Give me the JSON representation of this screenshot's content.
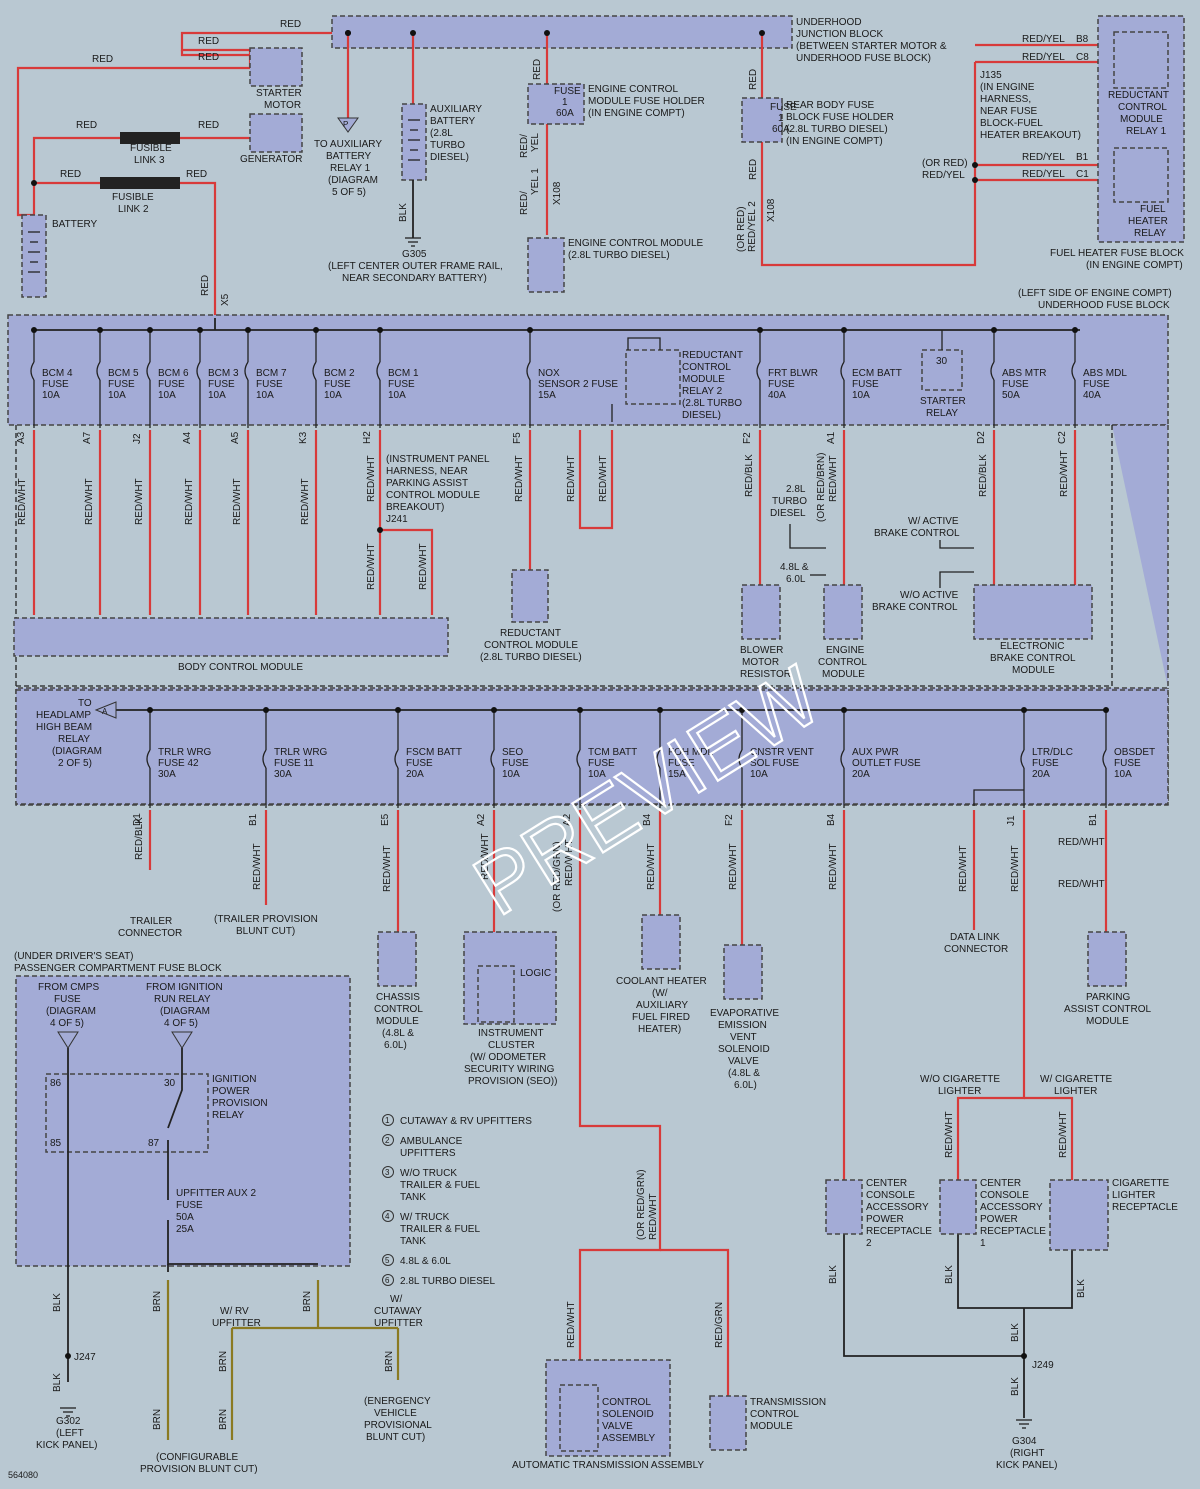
{
  "figure_id": "564080",
  "watermark": "PREVIEW",
  "top": {
    "underhood_block": [
      "UNDERHOOD",
      "JUNCTION BLOCK",
      "(BETWEEN STARTER MOTOR &",
      "UNDERHOOD FUSE BLOCK)"
    ],
    "starter_motor": [
      "STARTER",
      "MOTOR"
    ],
    "generator": "GENERATOR",
    "fusible_link_3": [
      "FUSIBLE",
      "LINK 3"
    ],
    "fusible_link_2": [
      "FUSIBLE",
      "LINK 2"
    ],
    "battery": "BATTERY",
    "to_aux_relay": [
      "TO AUXILIARY",
      "BATTERY",
      "RELAY 1",
      "(DIAGRAM",
      "5 OF 5)"
    ],
    "aux_battery": [
      "AUXILIARY",
      "BATTERY",
      "(2.8L",
      "TURBO",
      "DIESEL)"
    ],
    "g305": [
      "G305",
      "(LEFT CENTER OUTER FRAME RAIL,",
      "NEAR SECONDARY BATTERY)"
    ],
    "ecm_fuse_holder": [
      "ENGINE CONTROL",
      "MODULE FUSE HOLDER",
      "(IN ENGINE COMPT)"
    ],
    "ecm": [
      "ENGINE CONTROL MODULE",
      "(2.8L TURBO DIESEL)"
    ],
    "rear_body_fuse": [
      "REAR BODY FUSE",
      "BLOCK FUSE HOLDER",
      "(2.8L TURBO DIESEL)",
      "(IN ENGINE COMPT)"
    ],
    "fuse_1_60a": [
      "FUSE",
      "1",
      "60A"
    ],
    "j135": [
      "J135",
      "(IN ENGINE",
      "HARNESS,",
      "NEAR FUSE",
      "BLOCK-FUEL",
      "HEATER BREAKOUT)"
    ],
    "rcm_relay1": [
      "REDUCTANT",
      "CONTROL",
      "MODULE",
      "RELAY 1"
    ],
    "fuel_heater_relay": [
      "FUEL",
      "HEATER",
      "RELAY"
    ],
    "fuel_heater_block": [
      "FUEL HEATER FUSE BLOCK",
      "(IN ENGINE COMPT)"
    ],
    "left_ufb": [
      "(LEFT SIDE OF ENGINE COMPT)",
      "UNDERHOOD FUSE BLOCK"
    ],
    "or_red_redyel": [
      "(OR RED)",
      "RED/YEL"
    ]
  },
  "upper_fuses": [
    {
      "name": "BCM 4",
      "fuse": "FUSE",
      "amp": "10A",
      "pin": "A3"
    },
    {
      "name": "BCM 5",
      "fuse": "FUSE",
      "amp": "10A",
      "pin": "A7"
    },
    {
      "name": "BCM 6",
      "fuse": "FUSE",
      "amp": "10A",
      "pin": "J2"
    },
    {
      "name": "BCM 3",
      "fuse": "FUSE",
      "amp": "10A",
      "pin": "A4"
    },
    {
      "name": "BCM 7",
      "fuse": "FUSE",
      "amp": "10A",
      "pin": "A5"
    },
    {
      "name": "BCM 2",
      "fuse": "FUSE",
      "amp": "10A",
      "pin": "K3"
    },
    {
      "name": "BCM 1",
      "fuse": "FUSE",
      "amp": "10A",
      "pin": "H2"
    },
    {
      "name": "NOX",
      "fuse": "SENSOR 2 FUSE",
      "amp": "15A",
      "pin": "F5"
    },
    {
      "name": "FRT BLWR",
      "fuse": "FUSE",
      "amp": "40A",
      "pin": "F2"
    },
    {
      "name": "ECM BATT",
      "fuse": "FUSE",
      "amp": "10A",
      "pin": "A1"
    },
    {
      "name": "ABS MTR",
      "fuse": "FUSE",
      "amp": "50A",
      "pin": "D2"
    },
    {
      "name": "ABS MDL",
      "fuse": "FUSE",
      "amp": "40A",
      "pin": "C2"
    }
  ],
  "upper_misc": {
    "rcm_relay2": [
      "REDUCTANT",
      "CONTROL",
      "MODULE",
      "RELAY 2",
      "(2.8L TURBO",
      "DIESEL)"
    ],
    "starter_relay": [
      "STARTER",
      "RELAY"
    ],
    "ipharness": [
      "(INSTRUMENT PANEL",
      "HARNESS, NEAR",
      "PARKING ASSIST",
      "CONTROL MODULE",
      "BREAKOUT)",
      "J241"
    ],
    "bcm": "BODY CONTROL MODULE",
    "rcm": [
      "REDUCTANT",
      "CONTROL MODULE",
      "(2.8L TURBO DIESEL)"
    ],
    "blower": [
      "BLOWER",
      "MOTOR",
      "RESISTOR"
    ],
    "engine_cm": [
      "ENGINE",
      "CONTROL",
      "MODULE"
    ],
    "ebcm": [
      "ELECTRONIC",
      "BRAKE CONTROL",
      "MODULE"
    ],
    "w_active": [
      "W/ ACTIVE",
      "BRAKE CONTROL"
    ],
    "wo_active": [
      "W/O ACTIVE",
      "BRAKE CONTROL"
    ],
    "turbo_diesel": [
      "2.8L",
      "TURBO",
      "DIESEL"
    ],
    "l48_60": [
      "4.8L &",
      "6.0L"
    ],
    "or_redbrn": "(OR RED/BRN)",
    "to_headlamp": [
      "TO",
      "HEADLAMP",
      "HIGH BEAM",
      "RELAY",
      "(DIAGRAM",
      "2 OF 5)"
    ]
  },
  "lower_fuses": [
    {
      "name": "TRLR WRG",
      "fuse": "FUSE 42",
      "amp": "30A",
      "pin": "D1"
    },
    {
      "name": "TRLR WRG",
      "fuse": "FUSE 11",
      "amp": "30A",
      "pin": "B1"
    },
    {
      "name": "FSCM BATT",
      "fuse": "FUSE",
      "amp": "20A",
      "pin": "E5"
    },
    {
      "name": "SEO",
      "fuse": "FUSE",
      "amp": "10A",
      "pin": "A2"
    },
    {
      "name": "TCM BATT",
      "fuse": "FUSE",
      "amp": "10A",
      "pin": "A2"
    },
    {
      "name": "FOH MDL",
      "fuse": "FUSE",
      "amp": "15A",
      "pin": "B4"
    },
    {
      "name": "CNSTR VENT",
      "fuse": "SOL FUSE",
      "amp": "10A",
      "pin": "F2"
    },
    {
      "name": "AUX PWR",
      "fuse": "OUTLET FUSE",
      "amp": "20A",
      "pin": "B4"
    },
    {
      "name": "LTR/DLC",
      "fuse": "FUSE",
      "amp": "20A",
      "pin": "J1"
    },
    {
      "name": "OBSDET",
      "fuse": "FUSE",
      "amp": "10A",
      "pin": "B1"
    }
  ],
  "lower": {
    "trailer_connector": [
      "TRAILER",
      "CONNECTOR"
    ],
    "trailer_blunt": [
      "(TRAILER PROVISION",
      "BLUNT CUT)"
    ],
    "chassis": [
      "CHASSIS",
      "CONTROL",
      "MODULE",
      "(4.8L &",
      "6.0L)"
    ],
    "cluster": [
      "INSTRUMENT",
      "CLUSTER",
      "(W/ ODOMETER",
      "SECURITY WIRING",
      "PROVISION (SEO))"
    ],
    "logic": "LOGIC",
    "coolant": [
      "COOLANT HEATER",
      "(W/",
      "AUXILIARY",
      "FUEL FIRED",
      "HEATER)"
    ],
    "evap": [
      "EVAPORATIVE",
      "EMISSION",
      "VENT",
      "SOLENOID",
      "VALVE",
      "(4.8L &",
      "6.0L)"
    ],
    "dlc": [
      "DATA LINK",
      "CONNECTOR"
    ],
    "parking": [
      "PARKING",
      "ASSIST CONTROL",
      "MODULE"
    ],
    "wo_cig": [
      "W/O CIGARETTE",
      "LIGHTER"
    ],
    "w_cig": [
      "W/ CIGARETTE",
      "LIGHTER"
    ],
    "ccapr2": [
      "CENTER",
      "CONSOLE",
      "ACCESSORY",
      "POWER",
      "RECEPTACLE",
      "2"
    ],
    "ccapr1": [
      "CENTER",
      "CONSOLE",
      "ACCESSORY",
      "POWER",
      "RECEPTACLE",
      "1"
    ],
    "cig": [
      "CIGARETTE",
      "LIGHTER",
      "RECEPTACLE"
    ],
    "g304": [
      "G304",
      "(RIGHT",
      "KICK PANEL)"
    ],
    "j249": "J249",
    "under_seat": [
      "(UNDER DRIVER'S SEAT)",
      "PASSENGER COMPARTMENT FUSE BLOCK"
    ],
    "from_cmps": [
      "FROM CMPS",
      "FUSE",
      "(DIAGRAM",
      "4 OF 5)"
    ],
    "from_ign": [
      "FROM IGNITION",
      "RUN RELAY",
      "(DIAGRAM",
      "4 OF 5)"
    ],
    "ign_relay": [
      "IGNITION",
      "POWER",
      "PROVISION",
      "RELAY"
    ],
    "upfitter_fuse": [
      "UPFITTER AUX 2",
      "FUSE",
      "50A",
      "25A"
    ],
    "j247": "J247",
    "g302": [
      "G302",
      "(LEFT",
      "KICK PANEL)"
    ],
    "w_rv": [
      "W/ RV",
      "UPFITTER"
    ],
    "w_cutaway": [
      "W/",
      "CUTAWAY",
      "UPFITTER"
    ],
    "configurable": [
      "(CONFIGURABLE",
      "PROVISION BLUNT CUT)"
    ],
    "emergency": [
      "(ENERGENCY",
      "VEHICLE",
      "PROVISIONAL",
      "BLUNT CUT)"
    ],
    "control_solenoid": [
      "CONTROL",
      "SOLENOID",
      "VALVE",
      "ASSEMBLY"
    ],
    "auto_trans": "AUTOMATIC TRANSMISSION ASSEMBLY",
    "tcm": [
      "TRANSMISSION",
      "CONTROL",
      "MODULE"
    ]
  },
  "legend": [
    {
      "n": "1",
      "text": [
        "CUTAWAY & RV UPFITTERS"
      ]
    },
    {
      "n": "2",
      "text": [
        "AMBULANCE",
        "UPFITTERS"
      ]
    },
    {
      "n": "3",
      "text": [
        "W/O TRUCK",
        "TRAILER & FUEL",
        "TANK"
      ]
    },
    {
      "n": "4",
      "text": [
        "W/ TRUCK",
        "TRAILER & FUEL",
        "TANK"
      ]
    },
    {
      "n": "5",
      "text": [
        "4.8L & 6.0L"
      ]
    },
    {
      "n": "6",
      "text": [
        "2.8L TURBO DIESEL"
      ]
    }
  ],
  "wire_colors": {
    "red": "#d83a3a",
    "black": "#222222",
    "brown": "#8a7a22",
    "component_fill": "#a3abd6",
    "background": "#b9c8d2"
  }
}
